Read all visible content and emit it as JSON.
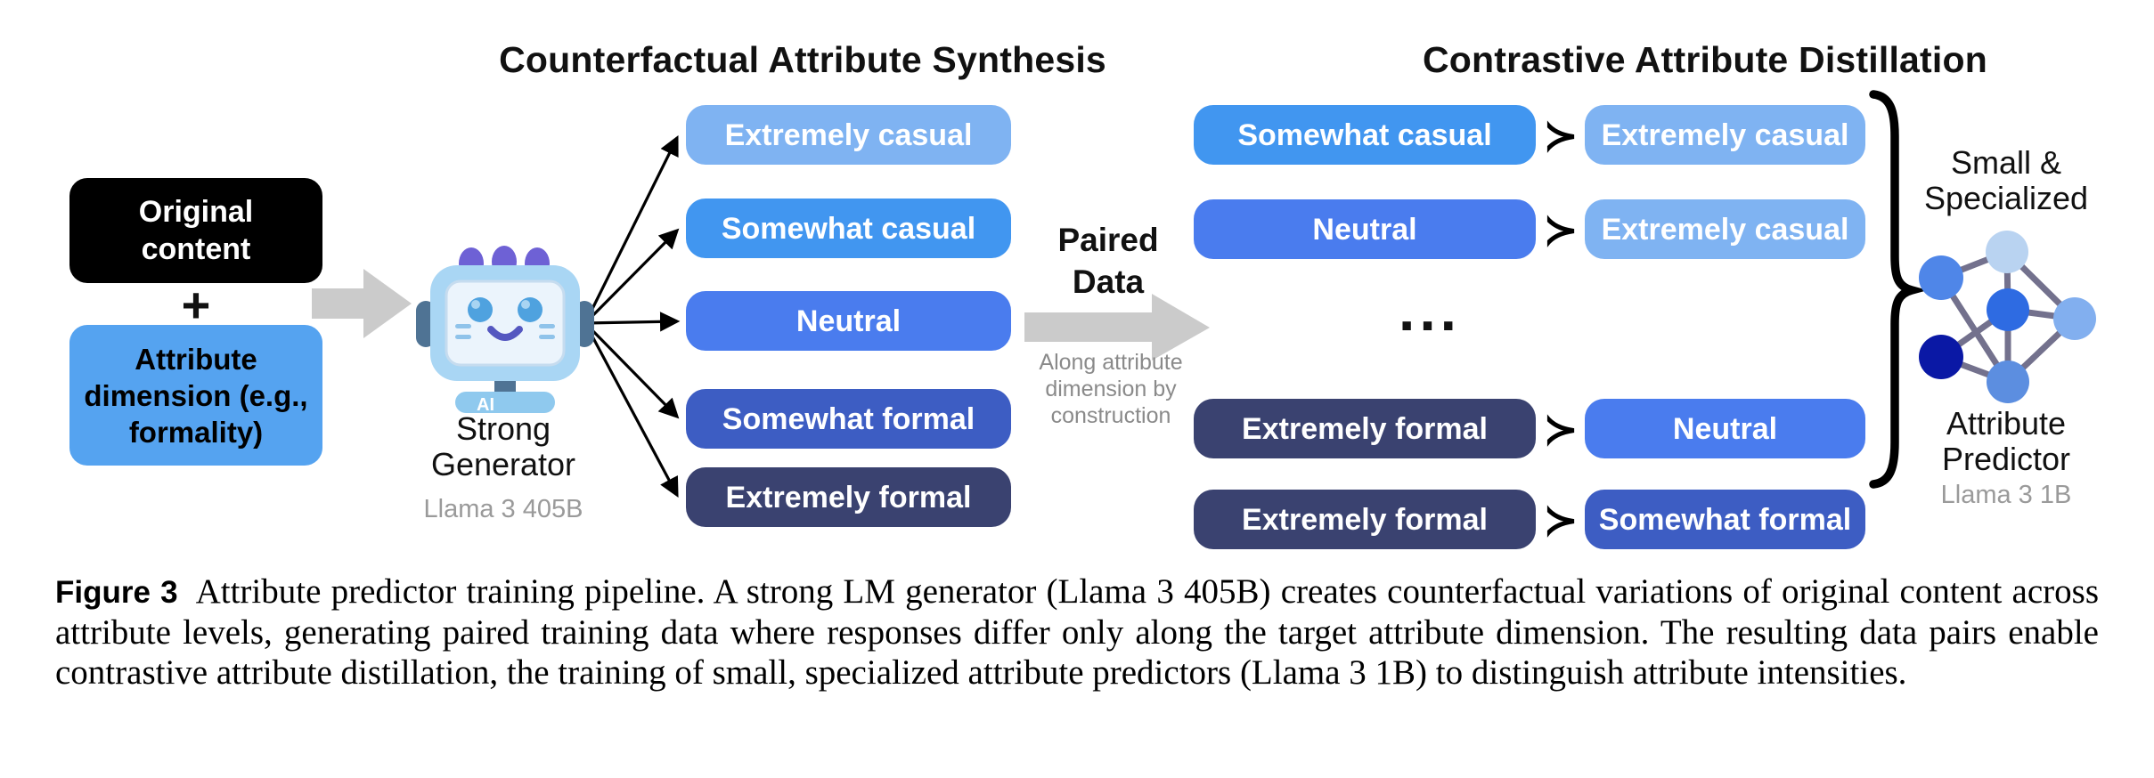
{
  "titles": {
    "left": "Counterfactual Attribute Synthesis",
    "right": "Contrastive Attribute Distillation"
  },
  "inputs": {
    "original_content": "Original content",
    "plus": "+",
    "attribute_dimension": "Attribute dimension (e.g., formality)",
    "original_color": "#000000",
    "attribute_color": "#55A3F0"
  },
  "generator": {
    "name": "Strong Generator",
    "model": "Llama 3 405B",
    "chip_label": "AI"
  },
  "levels": [
    {
      "label": "Extremely casual",
      "color": "#7FB3F2"
    },
    {
      "label": "Somewhat casual",
      "color": "#4196F0"
    },
    {
      "label": "Neutral",
      "color": "#4A7CEE"
    },
    {
      "label": "Somewhat formal",
      "color": "#3D5DC3"
    },
    {
      "label": "Extremely formal",
      "color": "#3A4270"
    }
  ],
  "paired": {
    "label": "Paired Data",
    "note": "Along attribute dimension by construction"
  },
  "succ_symbol": "≻",
  "ellipsis": "...",
  "pairs": [
    {
      "left": {
        "label": "Somewhat casual",
        "color": "#4196F0"
      },
      "right": {
        "label": "Extremely casual",
        "color": "#7FB3F2"
      }
    },
    {
      "left": {
        "label": "Neutral",
        "color": "#4A7CEE"
      },
      "right": {
        "label": "Extremely casual",
        "color": "#7FB3F2"
      }
    },
    {
      "left": {
        "label": "Extremely formal",
        "color": "#3A4270"
      },
      "right": {
        "label": "Neutral",
        "color": "#4A7CEE"
      }
    },
    {
      "left": {
        "label": "Extremely formal",
        "color": "#3A4270"
      },
      "right": {
        "label": "Somewhat formal",
        "color": "#3D5DC3"
      }
    }
  ],
  "predictor": {
    "top_label": "Small & Specialized",
    "bottom_label": "Attribute Predictor",
    "model": "Llama 3 1B"
  },
  "caption": {
    "label": "Figure 3",
    "text": "Attribute predictor training pipeline. A strong LM generator (Llama 3 405B) creates counterfactual variations of original content across attribute levels, generating paired training data where responses differ only along the target attribute dimension. The resulting data pairs enable contrastive attribute distillation, the training of small, specialized attribute predictors (Llama 3 1B) to distinguish attribute intensities."
  },
  "colors": {
    "arrow_gray": "#cbcbcb",
    "edge_gray": "#73718d",
    "network_nodes": [
      "#B9D3F1",
      "#4F86E8",
      "#2E6BE2",
      "#82AFEF",
      "#0A18A5",
      "#5C8EE0"
    ]
  }
}
